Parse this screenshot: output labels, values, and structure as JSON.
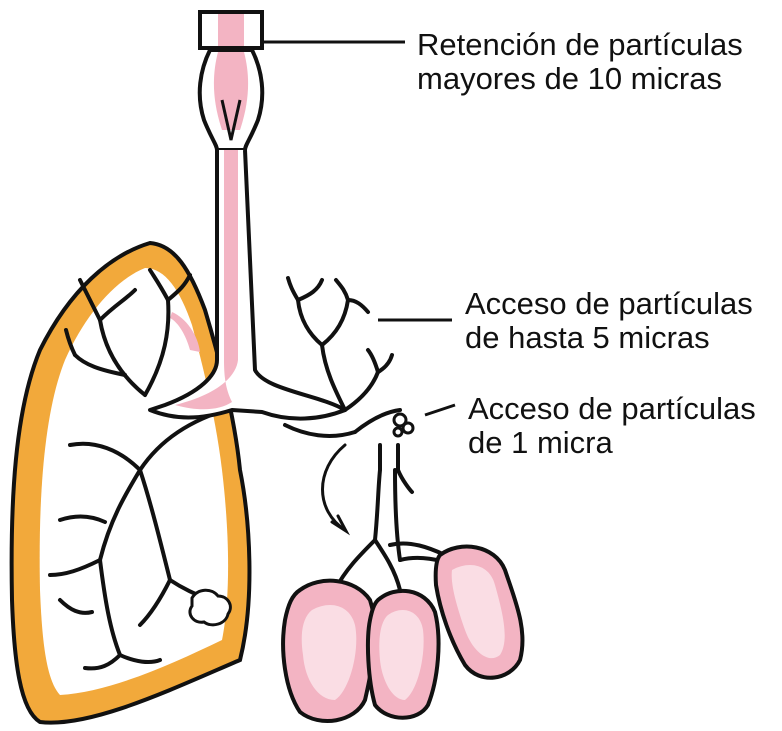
{
  "colors": {
    "outline": "#111111",
    "lung_fill": "#f2a93b",
    "airway_pink": "#f3b4c3",
    "background": "#ffffff"
  },
  "labels": {
    "large_particles": {
      "line1": "Retención de partículas",
      "line2": "mayores de 10 micras"
    },
    "medium_particles": {
      "line1": "Acceso de partículas",
      "line2": "de hasta 5 micras"
    },
    "small_particles": {
      "line1": "Acceso de partículas",
      "line2": "de 1 micra"
    }
  }
}
